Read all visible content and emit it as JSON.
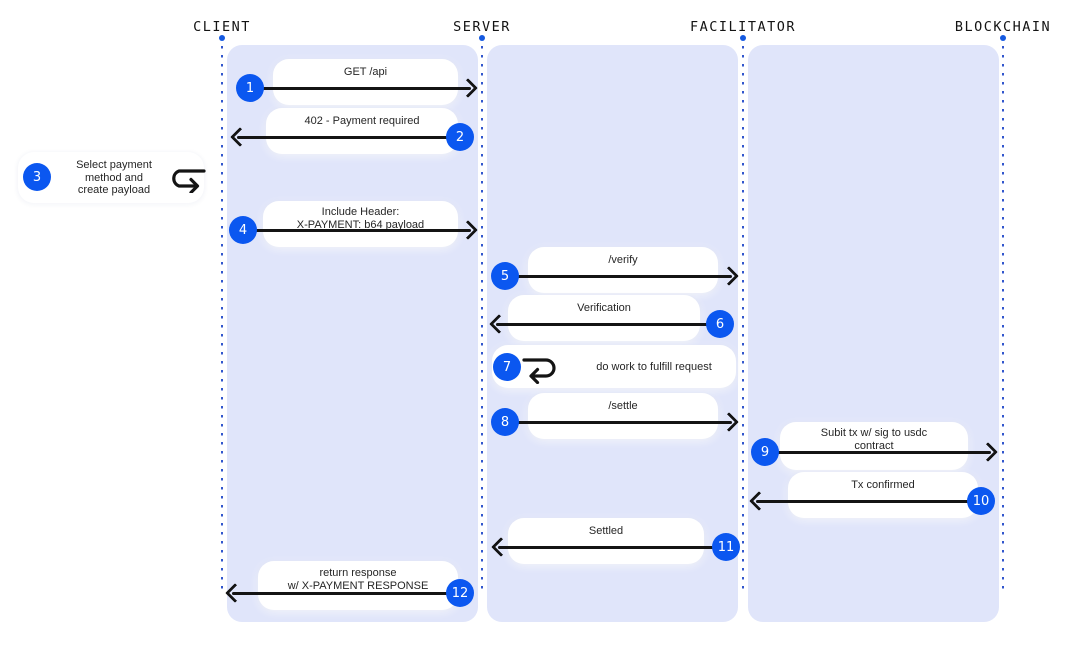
{
  "colors": {
    "accent_blue": "#0b57f0",
    "panel_lavender": "#e0e5fa",
    "arrow_black": "#141414",
    "lifeline_dot_blue": "#3156cd"
  },
  "lifelines": [
    {
      "label": "CLIENT"
    },
    {
      "label": "SERVER"
    },
    {
      "label": "FACILITATOR"
    },
    {
      "label": "BLOCKCHAIN"
    }
  ],
  "messages": [
    {
      "num": "1",
      "from": "CLIENT",
      "to": "SERVER",
      "lines": [
        "GET /api"
      ]
    },
    {
      "num": "2",
      "from": "SERVER",
      "to": "CLIENT",
      "lines": [
        "402 - Payment required"
      ]
    },
    {
      "num": "3",
      "from": "CLIENT",
      "to": "CLIENT",
      "self": true,
      "lines": [
        "Select payment",
        "method and",
        "create payload"
      ]
    },
    {
      "num": "4",
      "from": "CLIENT",
      "to": "SERVER",
      "lines": [
        "Include Header:",
        "X-PAYMENT: b64 payload"
      ]
    },
    {
      "num": "5",
      "from": "SERVER",
      "to": "FACILITATOR",
      "lines": [
        "/verify"
      ]
    },
    {
      "num": "6",
      "from": "FACILITATOR",
      "to": "SERVER",
      "lines": [
        "Verification"
      ]
    },
    {
      "num": "7",
      "from": "SERVER",
      "to": "SERVER",
      "self": true,
      "lines": [
        "do work to fulfill request"
      ]
    },
    {
      "num": "8",
      "from": "SERVER",
      "to": "FACILITATOR",
      "lines": [
        "/settle"
      ]
    },
    {
      "num": "9",
      "from": "FACILITATOR",
      "to": "BLOCKCHAIN",
      "lines": [
        "Subit tx w/ sig to usdc",
        "contract"
      ]
    },
    {
      "num": "10",
      "from": "BLOCKCHAIN",
      "to": "FACILITATOR",
      "lines": [
        "Tx confirmed"
      ]
    },
    {
      "num": "11",
      "from": "FACILITATOR",
      "to": "SERVER",
      "lines": [
        "Settled"
      ]
    },
    {
      "num": "12",
      "from": "SERVER",
      "to": "CLIENT",
      "lines": [
        "return response",
        "w/ X-PAYMENT RESPONSE"
      ]
    }
  ]
}
